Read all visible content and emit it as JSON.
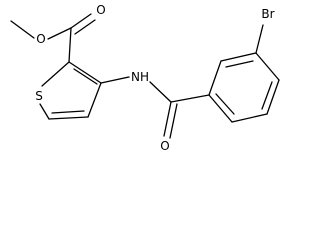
{
  "molecule": {
    "atoms": [
      {
        "id": "o_methoxy",
        "label": "O"
      },
      {
        "id": "o_ester_carbonyl",
        "label": "O"
      },
      {
        "id": "s_thiophene",
        "label": "S"
      },
      {
        "id": "n_amide",
        "label": "NH"
      },
      {
        "id": "br",
        "label": "Br"
      },
      {
        "id": "o_amide_carbonyl",
        "label": "O"
      }
    ]
  }
}
